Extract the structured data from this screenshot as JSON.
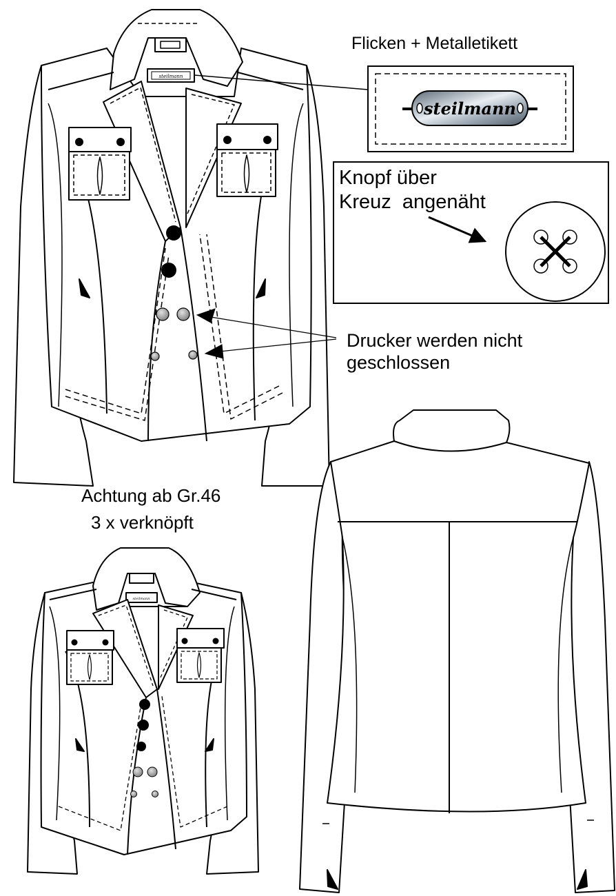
{
  "labels": {
    "patch_title": "Flicken + Metalletikett",
    "patch_brand": "steilmann",
    "collar_tag": "steilmann",
    "button_note_line1": "Knopf über",
    "button_note_line2": "Kreuz  angenäht",
    "snap_note_line1": "Drucker werden nicht",
    "snap_note_line2": "geschlossen",
    "size_note_line1": "Achtung ab Gr.46",
    "size_note_line2": "3 x verknöpft"
  },
  "colors": {
    "stroke": "#000000",
    "paper": "#ffffff",
    "button_fill": "#000000",
    "snap_fill": "#9a9a9a",
    "label_metal": "#8f9aa5"
  },
  "icons": [
    "arrow-icon",
    "button-cross-stitch-icon",
    "metal-label-icon"
  ]
}
